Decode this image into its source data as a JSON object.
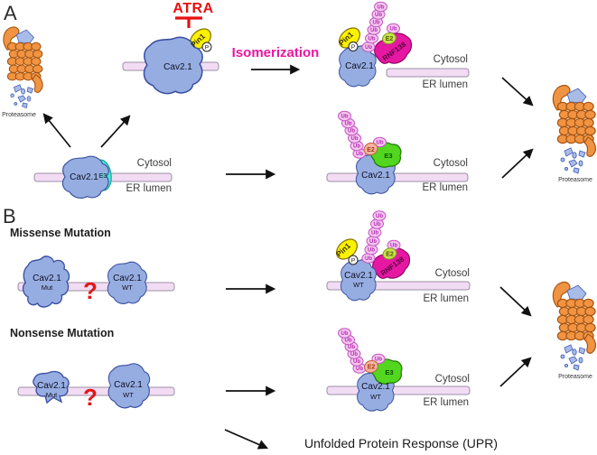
{
  "figure": {
    "panel_a": "A",
    "panel_b": "B",
    "atra": "ATRA",
    "isomerization": "Isomerization",
    "missense_heading": "Missense Mutation",
    "nonsense_heading": "Nonsense Mutation",
    "upr": "Unfolded Protein Response (UPR)",
    "question_mark": "?"
  },
  "molecules": {
    "cav21": "Cav2.1",
    "mut": "Mut",
    "wt": "WT",
    "pin1": "Pin1",
    "phospho": "P",
    "ub": "Ub",
    "e2": "E2",
    "e3": "E3",
    "rnf138": "RNF138"
  },
  "compartments": {
    "cytosol": "Cytosol",
    "er_lumen": "ER lumen"
  },
  "proteasome_label": "Proteasome",
  "colors": {
    "cav_fill": "#96ade2",
    "cav_stroke": "#3a50a0",
    "membrane_fill": "#f2dcf4",
    "membrane_stroke": "#9b8fa5",
    "pin1_fill": "#fcf101",
    "pin1_stroke": "#857200",
    "phospho_fill": "#ffffff",
    "ub_fill": "#f6c6ee",
    "ub_stroke": "#c455c4",
    "ub_text": "#b228b2",
    "e2_yellow": "#c6e34e",
    "e2_yellow_stroke": "#7e9a1a",
    "e2_salmon": "#f6b49e",
    "e2_salmon_stroke": "#c06040",
    "e3_green": "#52d61f",
    "e3_green_stroke": "#1f7a00",
    "e3_cyan": "#4fe6d9",
    "e3_cyan_stroke": "#0fa89a",
    "rnf_fill": "#e618a2",
    "rnf_stroke": "#8e0060",
    "proteasome_fill": "#f09443",
    "proteasome_stroke": "#a85510",
    "fragment_fill": "#a9bce8",
    "fragment_stroke": "#4a66b8",
    "atra_red": "#e81010",
    "isomer_magenta": "#e8189e",
    "question_red": "#e01818",
    "arrow": "#111111"
  }
}
